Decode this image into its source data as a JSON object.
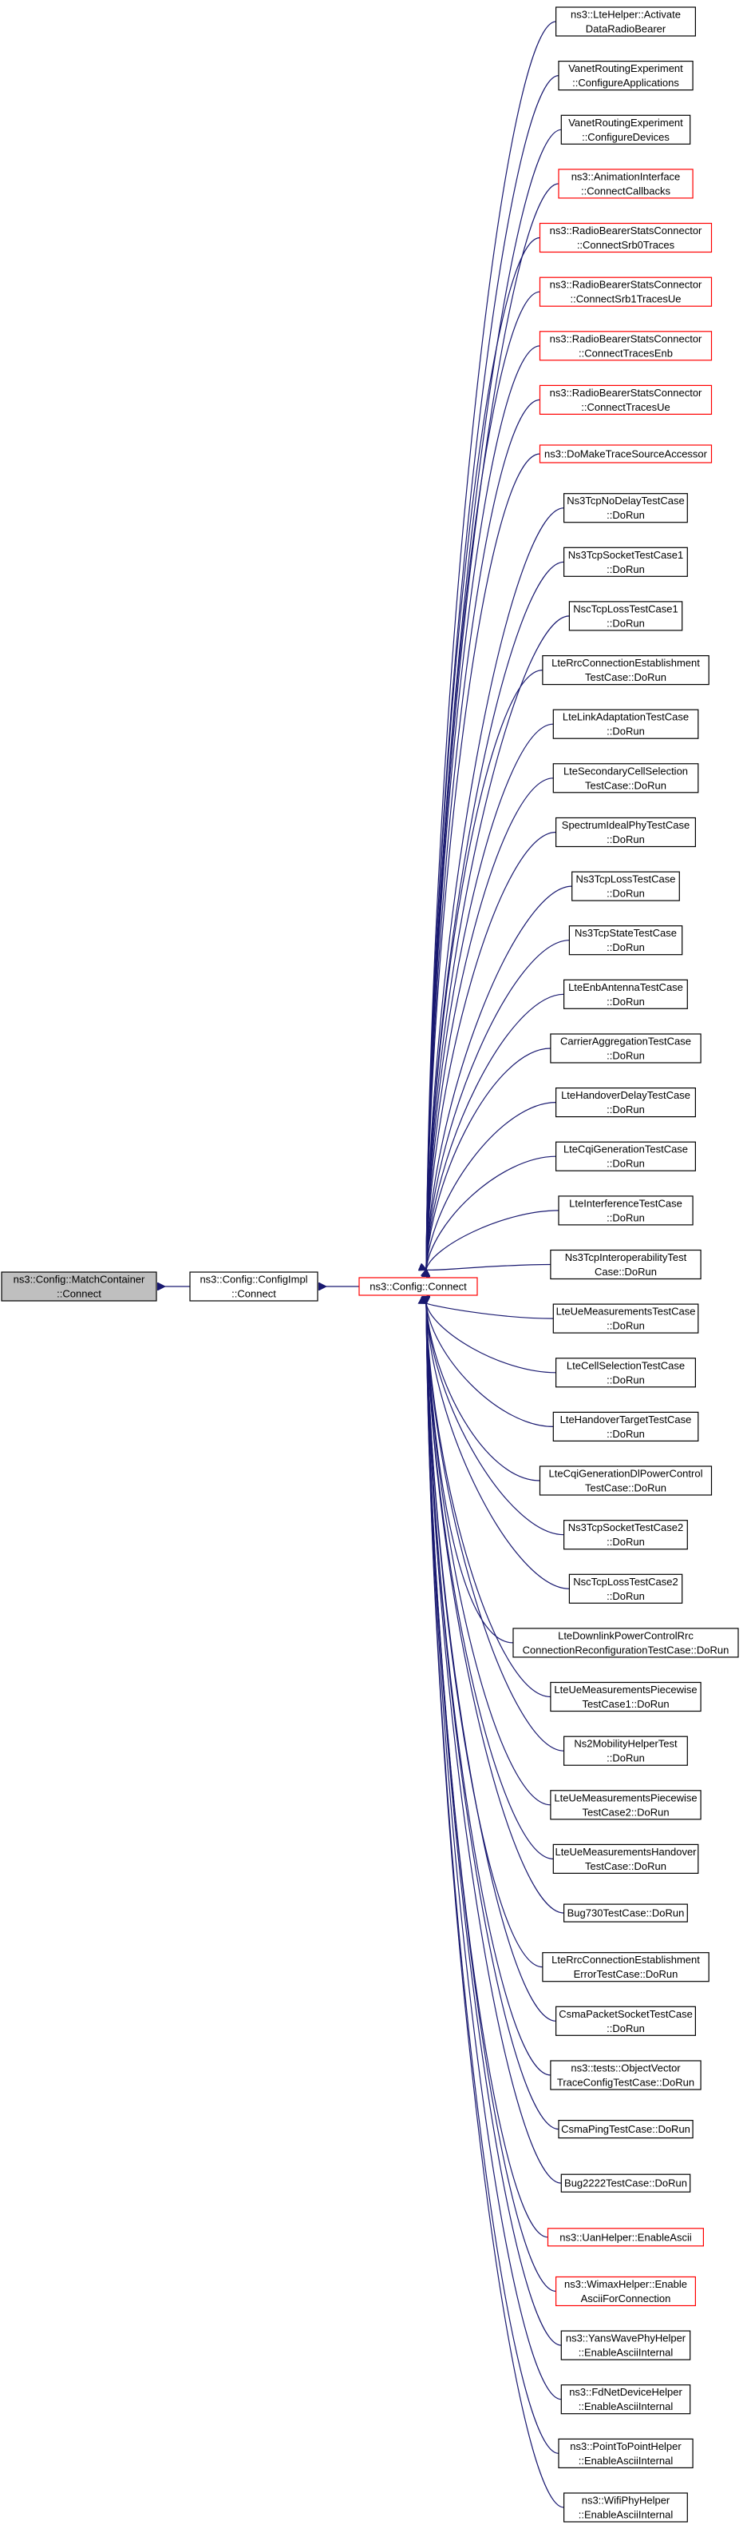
{
  "colors": {
    "edge": "#191970",
    "node_border_normal": "#000000",
    "node_border_highlight": "#ff0000",
    "root_fill": "#bfbfbf",
    "node_fill": "#ffffff"
  },
  "root": {
    "lines": [
      "ns3::Config::MatchContainer",
      "::Connect"
    ]
  },
  "mid": {
    "lines": [
      "ns3::Config::ConfigImpl",
      "::Connect"
    ]
  },
  "center": {
    "lines": [
      "ns3::Config::Connect"
    ],
    "highlight": true
  },
  "callers": [
    {
      "lines": [
        "ns3::LteHelper::Activate",
        "DataRadioBearer"
      ],
      "highlight": false
    },
    {
      "lines": [
        "VanetRoutingExperiment",
        "::ConfigureApplications"
      ],
      "highlight": false
    },
    {
      "lines": [
        "VanetRoutingExperiment",
        "::ConfigureDevices"
      ],
      "highlight": false
    },
    {
      "lines": [
        "ns3::AnimationInterface",
        "::ConnectCallbacks"
      ],
      "highlight": true
    },
    {
      "lines": [
        "ns3::RadioBearerStatsConnector",
        "::ConnectSrb0Traces"
      ],
      "highlight": true
    },
    {
      "lines": [
        "ns3::RadioBearerStatsConnector",
        "::ConnectSrb1TracesUe"
      ],
      "highlight": true
    },
    {
      "lines": [
        "ns3::RadioBearerStatsConnector",
        "::ConnectTracesEnb"
      ],
      "highlight": true
    },
    {
      "lines": [
        "ns3::RadioBearerStatsConnector",
        "::ConnectTracesUe"
      ],
      "highlight": true
    },
    {
      "lines": [
        "ns3::DoMakeTraceSourceAccessor"
      ],
      "highlight": true
    },
    {
      "lines": [
        "Ns3TcpNoDelayTestCase",
        "::DoRun"
      ],
      "highlight": false
    },
    {
      "lines": [
        "Ns3TcpSocketTestCase1",
        "::DoRun"
      ],
      "highlight": false
    },
    {
      "lines": [
        "NscTcpLossTestCase1",
        "::DoRun"
      ],
      "highlight": false
    },
    {
      "lines": [
        "LteRrcConnectionEstablishment",
        "TestCase::DoRun"
      ],
      "highlight": false
    },
    {
      "lines": [
        "LteLinkAdaptationTestCase",
        "::DoRun"
      ],
      "highlight": false
    },
    {
      "lines": [
        "LteSecondaryCellSelection",
        "TestCase::DoRun"
      ],
      "highlight": false
    },
    {
      "lines": [
        "SpectrumIdealPhyTestCase",
        "::DoRun"
      ],
      "highlight": false
    },
    {
      "lines": [
        "Ns3TcpLossTestCase",
        "::DoRun"
      ],
      "highlight": false
    },
    {
      "lines": [
        "Ns3TcpStateTestCase",
        "::DoRun"
      ],
      "highlight": false
    },
    {
      "lines": [
        "LteEnbAntennaTestCase",
        "::DoRun"
      ],
      "highlight": false
    },
    {
      "lines": [
        "CarrierAggregationTestCase",
        "::DoRun"
      ],
      "highlight": false
    },
    {
      "lines": [
        "LteHandoverDelayTestCase",
        "::DoRun"
      ],
      "highlight": false
    },
    {
      "lines": [
        "LteCqiGenerationTestCase",
        "::DoRun"
      ],
      "highlight": false
    },
    {
      "lines": [
        "LteInterferenceTestCase",
        "::DoRun"
      ],
      "highlight": false
    },
    {
      "lines": [
        "Ns3TcpInteroperabilityTest",
        "Case::DoRun"
      ],
      "highlight": false
    },
    {
      "lines": [
        "LteUeMeasurementsTestCase",
        "::DoRun"
      ],
      "highlight": false
    },
    {
      "lines": [
        "LteCellSelectionTestCase",
        "::DoRun"
      ],
      "highlight": false
    },
    {
      "lines": [
        "LteHandoverTargetTestCase",
        "::DoRun"
      ],
      "highlight": false
    },
    {
      "lines": [
        "LteCqiGenerationDlPowerControl",
        "TestCase::DoRun"
      ],
      "highlight": false
    },
    {
      "lines": [
        "Ns3TcpSocketTestCase2",
        "::DoRun"
      ],
      "highlight": false
    },
    {
      "lines": [
        "NscTcpLossTestCase2",
        "::DoRun"
      ],
      "highlight": false
    },
    {
      "lines": [
        "LteDownlinkPowerControlRrc",
        "ConnectionReconfigurationTestCase::DoRun"
      ],
      "highlight": false
    },
    {
      "lines": [
        "LteUeMeasurementsPiecewise",
        "TestCase1::DoRun"
      ],
      "highlight": false
    },
    {
      "lines": [
        "Ns2MobilityHelperTest",
        "::DoRun"
      ],
      "highlight": false
    },
    {
      "lines": [
        "LteUeMeasurementsPiecewise",
        "TestCase2::DoRun"
      ],
      "highlight": false
    },
    {
      "lines": [
        "LteUeMeasurementsHandover",
        "TestCase::DoRun"
      ],
      "highlight": false
    },
    {
      "lines": [
        "Bug730TestCase::DoRun"
      ],
      "highlight": false
    },
    {
      "lines": [
        "LteRrcConnectionEstablishment",
        "ErrorTestCase::DoRun"
      ],
      "highlight": false
    },
    {
      "lines": [
        "CsmaPacketSocketTestCase",
        "::DoRun"
      ],
      "highlight": false
    },
    {
      "lines": [
        "ns3::tests::ObjectVector",
        "TraceConfigTestCase::DoRun"
      ],
      "highlight": false
    },
    {
      "lines": [
        "CsmaPingTestCase::DoRun"
      ],
      "highlight": false
    },
    {
      "lines": [
        "Bug2222TestCase::DoRun"
      ],
      "highlight": false
    },
    {
      "lines": [
        "ns3::UanHelper::EnableAscii"
      ],
      "highlight": true
    },
    {
      "lines": [
        "ns3::WimaxHelper::Enable",
        "AsciiForConnection"
      ],
      "highlight": true
    },
    {
      "lines": [
        "ns3::YansWavePhyHelper",
        "::EnableAsciiInternal"
      ],
      "highlight": false
    },
    {
      "lines": [
        "ns3::FdNetDeviceHelper",
        "::EnableAsciiInternal"
      ],
      "highlight": false
    },
    {
      "lines": [
        "ns3::PointToPointHelper",
        "::EnableAsciiInternal"
      ],
      "highlight": false
    },
    {
      "lines": [
        "ns3::WifiPhyHelper",
        "::EnableAsciiInternal"
      ],
      "highlight": false
    }
  ]
}
